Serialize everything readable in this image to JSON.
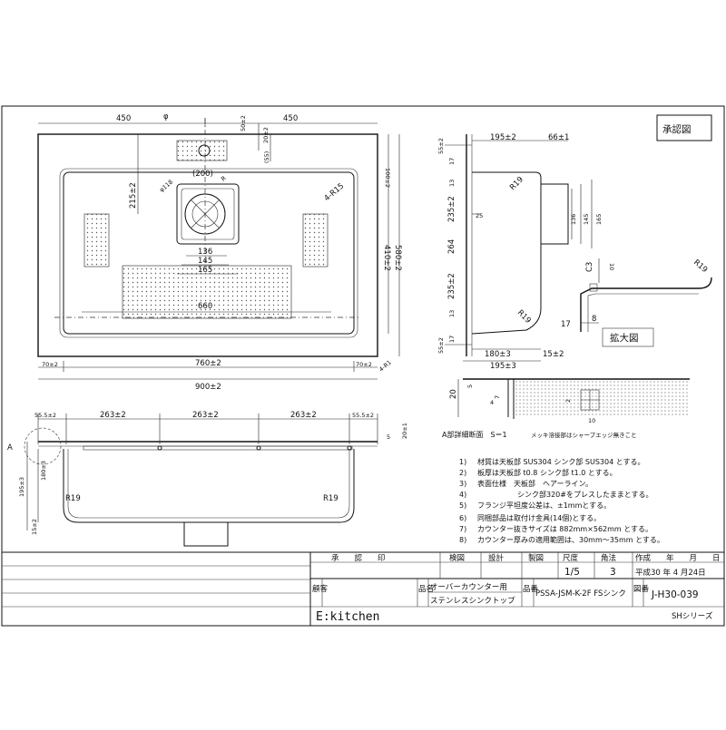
{
  "top_view": {
    "dims": [
      "450",
      "450",
      "φ",
      "50±2",
      "20±2",
      "(55)",
      "(200)",
      "215±2",
      "φ118",
      "R",
      "4-R15",
      "136",
      "145",
      "165",
      "660",
      "100±2",
      "410±2",
      "580±2",
      "70±2",
      "760±2",
      "70±2",
      "900±2",
      "4-R1"
    ]
  },
  "side_view": {
    "dims": [
      "195±2",
      "66±1",
      "55±2",
      "17",
      "13",
      "235±2",
      "R19",
      "25",
      "136",
      "145",
      "165",
      "264",
      "235±2",
      "13",
      "R19",
      "55±2",
      "17",
      "180±3",
      "15±2",
      "195±3"
    ]
  },
  "front_view": {
    "dims": [
      "55.5±2",
      "263±2",
      "263±2",
      "263±2",
      "55.5±2",
      "5",
      "20±1",
      "A",
      "195±3",
      "180±3",
      "R19",
      "R19",
      "15±2"
    ]
  },
  "detail": {
    "dims": [
      "C3",
      "10",
      "R19",
      "17",
      "8",
      "20",
      "5",
      "7",
      "4",
      "2",
      "10"
    ],
    "zoom_title": "拡大図",
    "section_label": "A部詳細断面　S＝1",
    "section_note": "メッキ溶接部はシャープエッジ無きこと"
  },
  "approval_box": "承認図",
  "notes": [
    {
      "num": "1)",
      "text": "材質は天板部 SUS304 シンク部 SUS304 とする。"
    },
    {
      "num": "2)",
      "text": "板厚は天板部 t0.8 シンク部 t1.0 とする。"
    },
    {
      "num": "3)",
      "text": "表面仕様　天板部　ヘアーライン。"
    },
    {
      "num": "4)",
      "text": "シンク部320#をプレスしたままとする。"
    },
    {
      "num": "5)",
      "text": "フランジ平坦度公差は、±1mmとする。"
    },
    {
      "num": "6)",
      "text": "同梱部品は取付け金具(14個)とする。"
    },
    {
      "num": "7)",
      "text": "カウンター抜きサイズは 882mm×562mm とする。"
    },
    {
      "num": "8)",
      "text": "カウンター厚みの適用範囲は、30mm〜35mm とする。"
    }
  ],
  "title_block": {
    "headers": {
      "approval": "承　　認　　印",
      "check": "検図",
      "design": "設計",
      "drawing": "製図",
      "scale": "尺度",
      "angle": "角法",
      "date": "作成　　年　　月　　日"
    },
    "scale_value": "1/5",
    "angle_value": "3",
    "date_value": "平成30 年 4 月24日",
    "customer_label": "顧客",
    "name_label": "品名",
    "product_name_1": "オーバーカウンター用",
    "product_name_2": "ステンレスシンクトップ",
    "model_label": "品番",
    "model_value": "PSSA-JSM-K-2F FSシンク",
    "drawing_no_label": "図番",
    "drawing_no_value": "J-H30-039",
    "brand": "E:kitchen",
    "series": "SHシリーズ"
  }
}
